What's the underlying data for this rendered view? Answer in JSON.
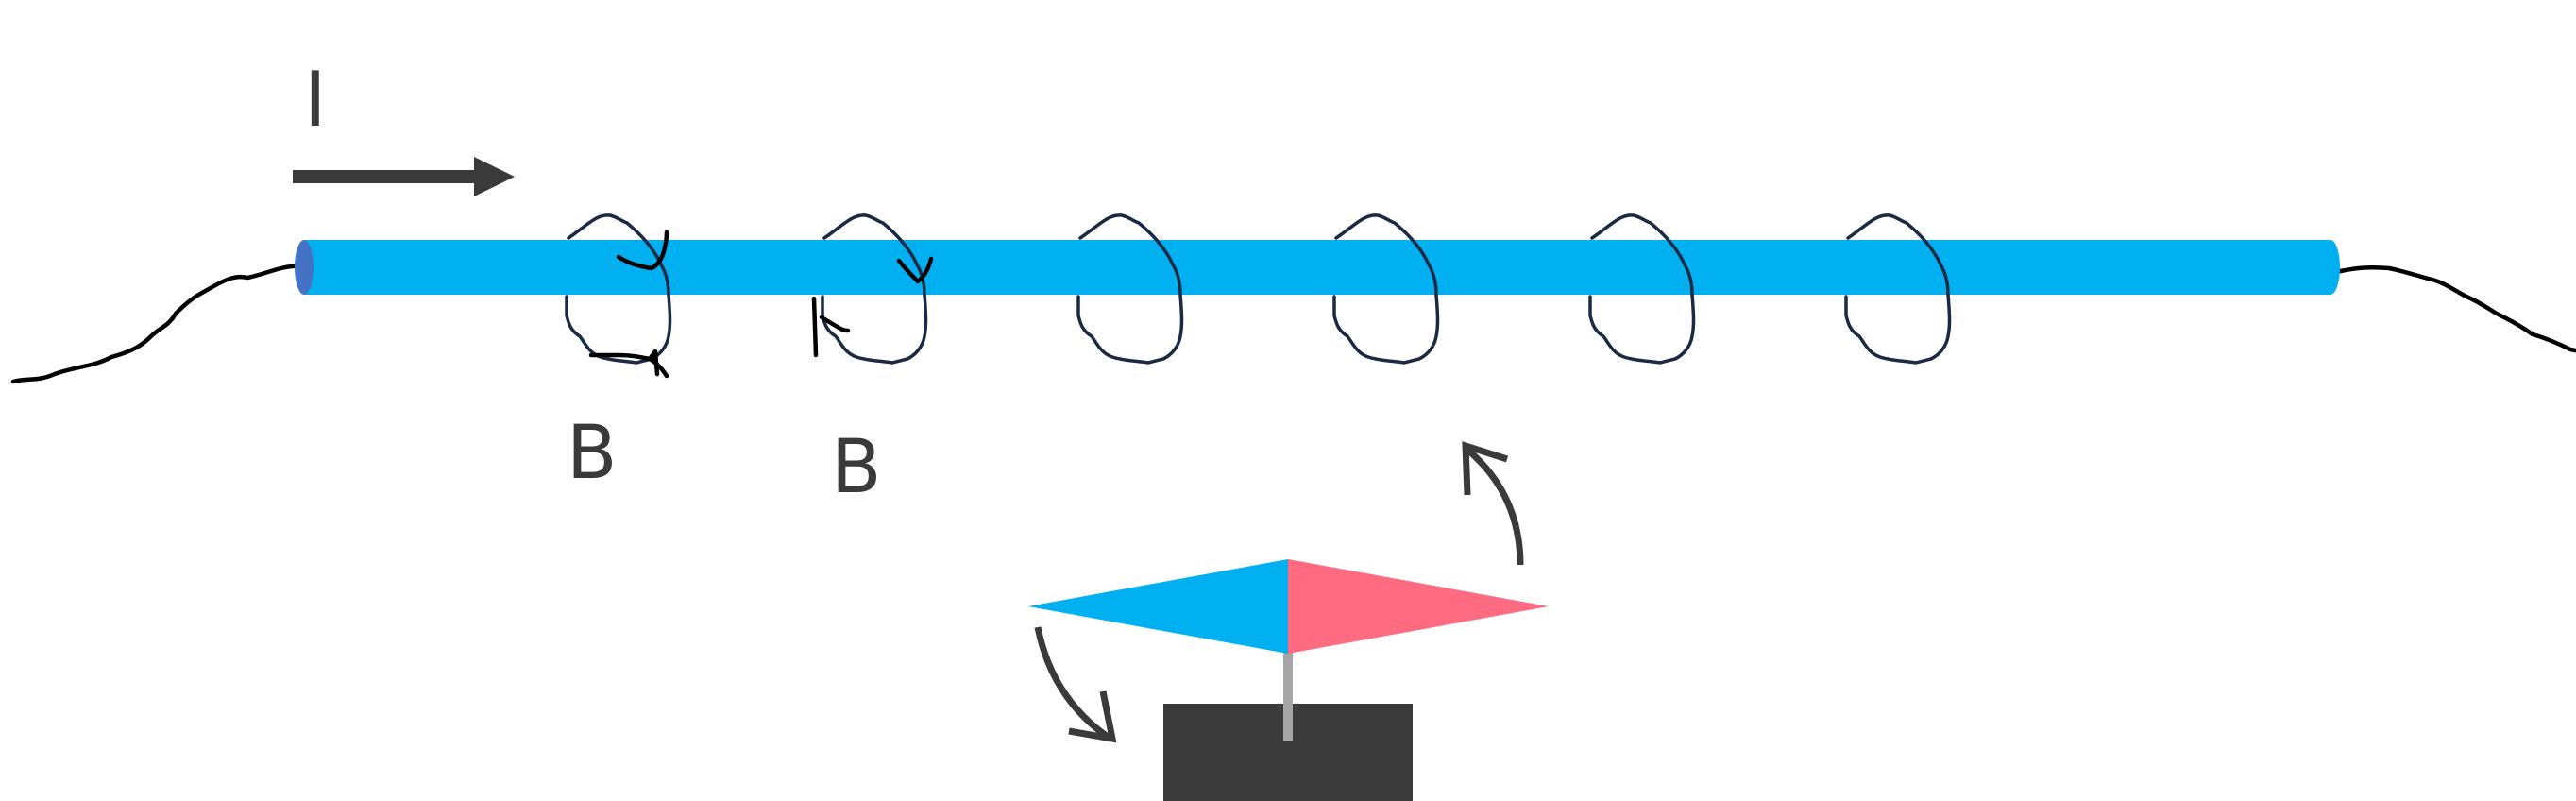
{
  "labels": {
    "current": "I",
    "field_left": "B",
    "field_right": "B"
  },
  "colors": {
    "wire": "#00b0f0",
    "wire_end": "#4472c4",
    "ink": "#000000",
    "dark": "#3a3a3a",
    "needle_north": "#ff6b81",
    "needle_south": "#00b0f0",
    "pin": "#a6a6a6"
  },
  "field_loop_count": 6
}
